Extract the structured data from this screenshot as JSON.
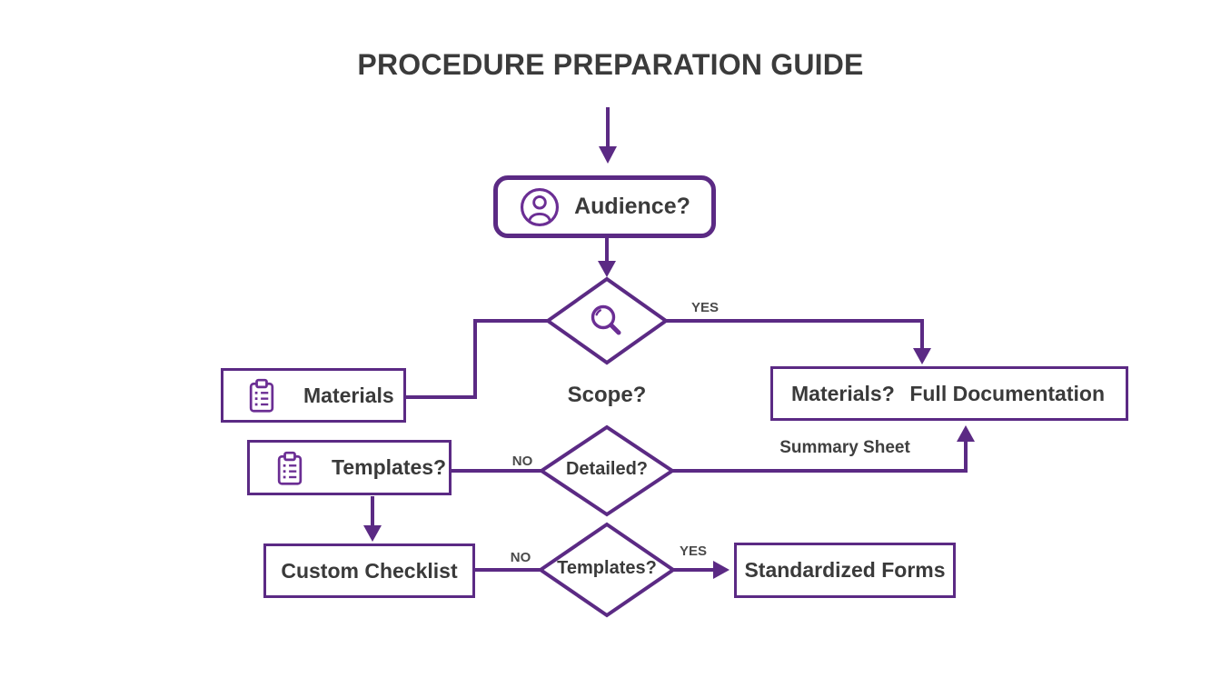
{
  "colors": {
    "purple": "#5b2a84",
    "icon_purple": "#6b2e94",
    "text": "#3a3a3a",
    "background": "#ffffff"
  },
  "header": {
    "title": "PROCEDURE PREPARATION GUIDE"
  },
  "nodes": {
    "audience": {
      "label": "Audience?",
      "icon": "user-icon"
    },
    "search_decision": {
      "icon": "magnifier-icon"
    },
    "materials": {
      "label": "Materials",
      "icon": "clipboard-icon"
    },
    "scope": {
      "label": "Scope?"
    },
    "materials_full_doc": {
      "label_left": "Materials?",
      "label_right": "Full Documentation"
    },
    "templates_input": {
      "label": "Templates?",
      "icon": "clipboard-icon"
    },
    "detailed_decision": {
      "label": "Detailed?"
    },
    "custom_checklist": {
      "label": "Custom Checklist"
    },
    "templates_decision": {
      "label": "Templates?"
    },
    "standardized_forms": {
      "label": "Standardized Forms"
    }
  },
  "edge_labels": {
    "yes_scope": "YES",
    "no_detailed": "NO",
    "summary_sheet": "Summary Sheet",
    "no_templates": "NO",
    "yes_templates": "YES"
  }
}
